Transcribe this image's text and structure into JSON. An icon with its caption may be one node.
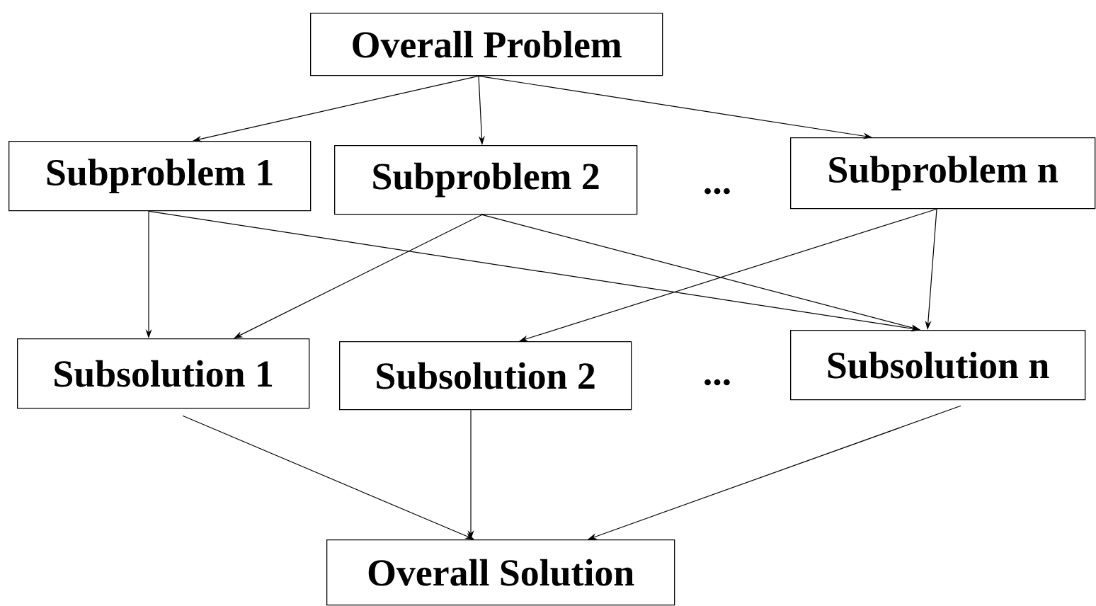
{
  "diagram": {
    "nodes": [
      {
        "text": [
          "Overall Problem"
        ]
      },
      {
        "text": [
          "Subproblem 1"
        ]
      },
      {
        "text": [
          "Subproblem 2"
        ]
      },
      {
        "text": [
          "Subproblem n"
        ]
      },
      {
        "text": [
          "Subsolution 1"
        ]
      },
      {
        "text": [
          "Subsolution 2"
        ]
      },
      {
        "text": [
          "Subsolution n"
        ]
      },
      {
        "text": [
          "Overall Solution"
        ]
      }
    ],
    "edges": [
      {
        "from": 0,
        "to": 1,
        "arrow": "to"
      },
      {
        "from": 0,
        "to": 2,
        "arrow": "to"
      },
      {
        "from": 0,
        "to": 3,
        "arrow": "to"
      },
      {
        "from": 1,
        "to": 4,
        "arrow": "to"
      },
      {
        "from": 1,
        "to": 6,
        "arrow": "to"
      },
      {
        "from": 2,
        "to": 4,
        "arrow": "to"
      },
      {
        "from": 2,
        "to": 6,
        "arrow": "to"
      },
      {
        "from": 3,
        "to": 5,
        "arrow": "to"
      },
      {
        "from": 3,
        "to": 6,
        "arrow": "to"
      },
      {
        "from": 4,
        "to": 7,
        "arrow": "to"
      },
      {
        "from": 5,
        "to": 7,
        "arrow": "to"
      },
      {
        "from": 6,
        "to": 7,
        "arrow": "to"
      }
    ],
    "labels": [
      "...",
      "..."
    ]
  }
}
